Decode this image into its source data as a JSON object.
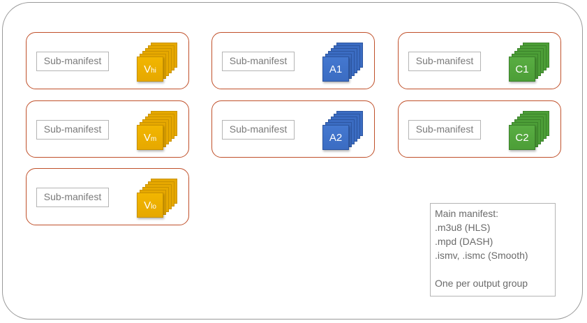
{
  "colors": {
    "video": "#e6a800",
    "audio": "#3b6cc2",
    "captions": "#4c9e37",
    "group_border": "#c0502a"
  },
  "groups": [
    {
      "sub_label": "Sub-manifest",
      "stack_main": "V",
      "stack_sub": "hi",
      "kind": "video"
    },
    {
      "sub_label": "Sub-manifest",
      "stack_main": "A1",
      "stack_sub": "",
      "kind": "audio"
    },
    {
      "sub_label": "Sub-manifest",
      "stack_main": "C1",
      "stack_sub": "",
      "kind": "captions"
    },
    {
      "sub_label": "Sub-manifest",
      "stack_main": "V",
      "stack_sub": "m",
      "kind": "video"
    },
    {
      "sub_label": "Sub-manifest",
      "stack_main": "A2",
      "stack_sub": "",
      "kind": "audio"
    },
    {
      "sub_label": "Sub-manifest",
      "stack_main": "C2",
      "stack_sub": "",
      "kind": "captions"
    },
    {
      "sub_label": "Sub-manifest",
      "stack_main": "V",
      "stack_sub": "lo",
      "kind": "video"
    }
  ],
  "main_manifest": {
    "lines": [
      "Main manifest:",
      ".m3u8 (HLS)",
      ".mpd (DASH)",
      ".ismv, .ismc (Smooth)",
      "",
      "One per output group"
    ]
  }
}
